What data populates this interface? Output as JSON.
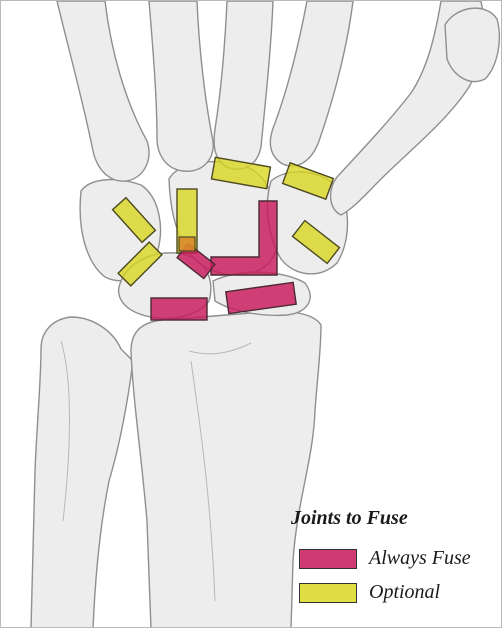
{
  "colors": {
    "always_fuse": "#c8175a",
    "optional": "#d9d61c",
    "bone_fill": "#ededed",
    "bone_outline": "#8f8f8f"
  },
  "illustration": {
    "subject": "wrist-bones"
  },
  "legend": {
    "title": "Joints to Fuse",
    "items": [
      {
        "label": "Always Fuse",
        "color": "#c8175a",
        "icon": "magenta-swatch"
      },
      {
        "label": "Optional",
        "color": "#d9d61c",
        "icon": "yellow-swatch"
      }
    ]
  }
}
